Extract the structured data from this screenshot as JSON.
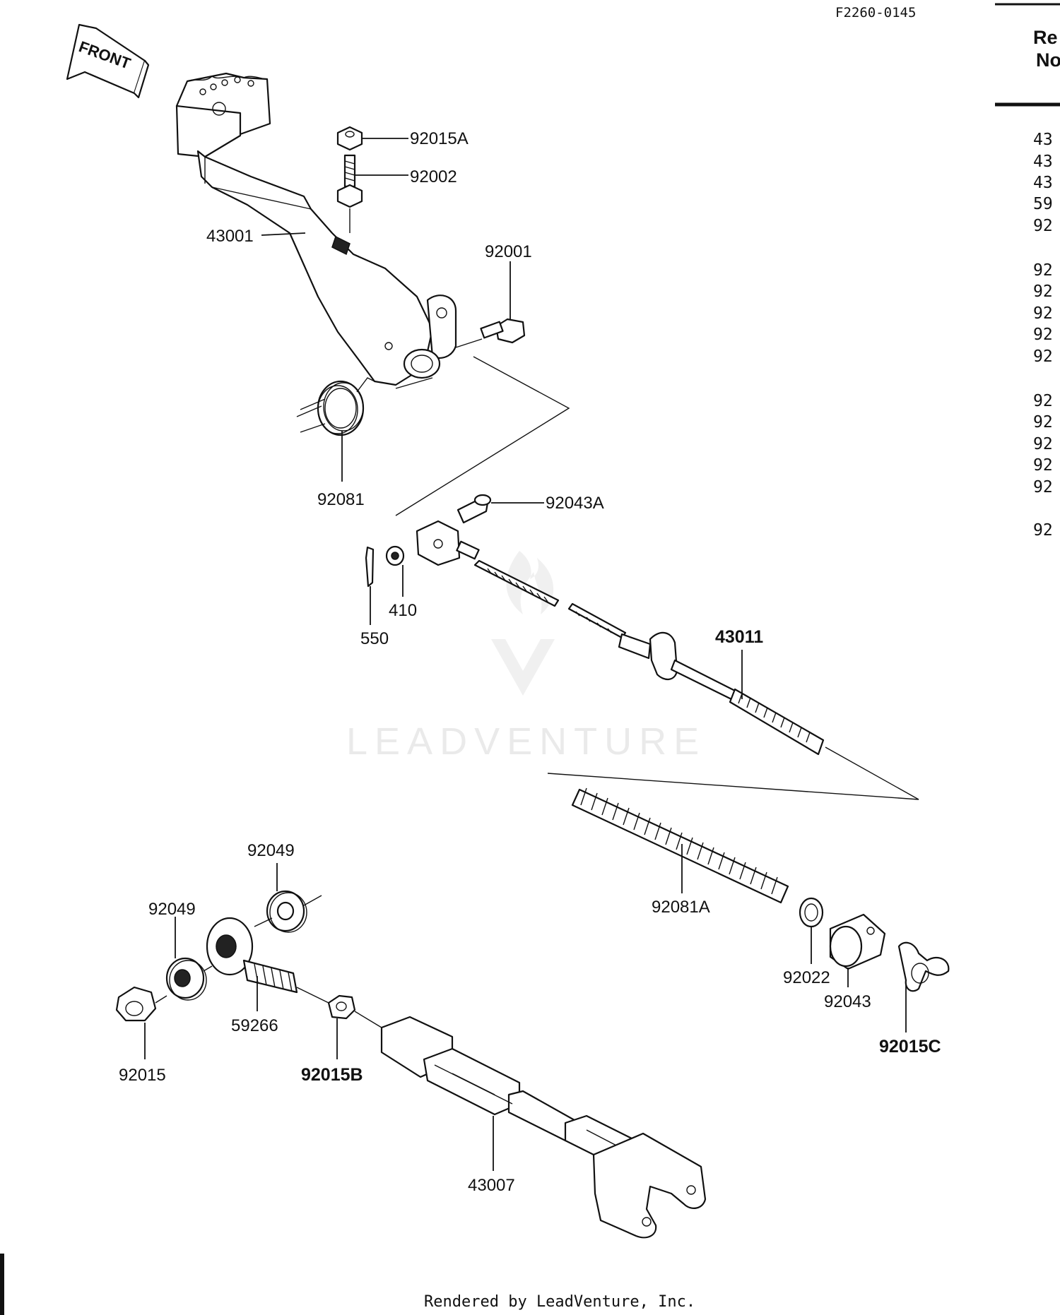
{
  "header": {
    "figure_code": "F2260-0145",
    "column_title_line1": "Re",
    "column_title_line2": "No"
  },
  "orientation": {
    "label": "FRONT"
  },
  "callouts": [
    {
      "id": "92015A",
      "label": "92015A"
    },
    {
      "id": "92002",
      "label": "92002"
    },
    {
      "id": "43001",
      "label": "43001"
    },
    {
      "id": "92001",
      "label": "92001"
    },
    {
      "id": "92081",
      "label": "92081"
    },
    {
      "id": "92043A",
      "label": "92043A"
    },
    {
      "id": "410",
      "label": "410"
    },
    {
      "id": "550",
      "label": "550"
    },
    {
      "id": "43011",
      "label": "43011"
    },
    {
      "id": "92081A",
      "label": "92081A"
    },
    {
      "id": "92022",
      "label": "92022"
    },
    {
      "id": "92043",
      "label": "92043"
    },
    {
      "id": "92015C",
      "label": "92015C"
    },
    {
      "id": "92049_upper",
      "label": "92049"
    },
    {
      "id": "92049_lower",
      "label": "92049"
    },
    {
      "id": "59266",
      "label": "59266"
    },
    {
      "id": "92015",
      "label": "92015"
    },
    {
      "id": "92015B",
      "label": "92015B"
    },
    {
      "id": "43007",
      "label": "43007"
    }
  ],
  "side_list": [
    "43",
    "43",
    "43",
    "59",
    "92",
    "92",
    "92",
    "92",
    "92",
    "92",
    "92",
    "92",
    "92",
    "92",
    "92",
    "92"
  ],
  "watermark": {
    "brand": "LEADVENTURE"
  },
  "footer": {
    "rendered_by": "Rendered by LeadVenture, Inc."
  }
}
